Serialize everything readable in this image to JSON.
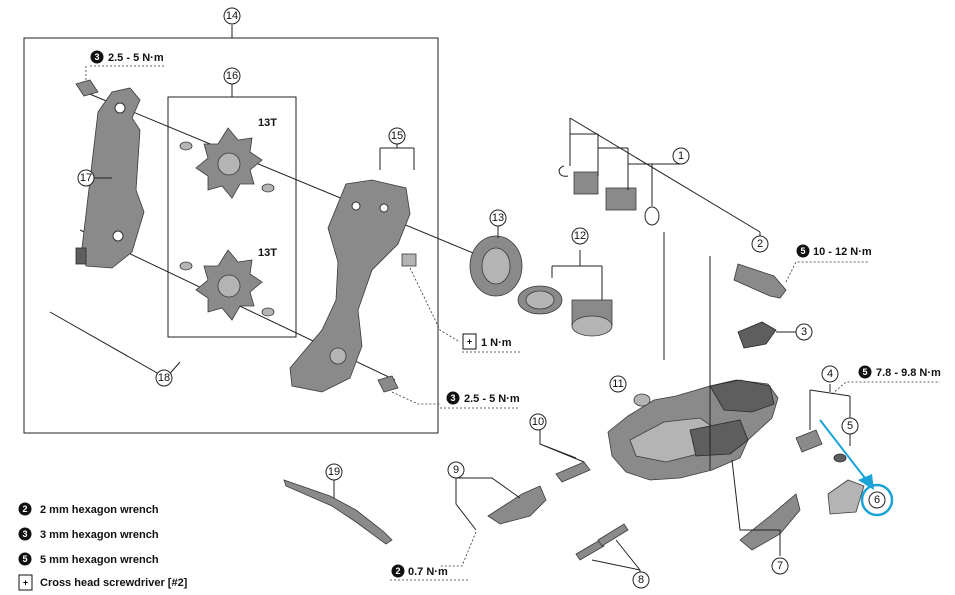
{
  "callouts": {
    "c1": "1",
    "c2": "2",
    "c3": "3",
    "c4": "4",
    "c5": "5",
    "c6": "6",
    "c7": "7",
    "c8": "8",
    "c9": "9",
    "c10": "10",
    "c11": "11",
    "c12": "12",
    "c13": "13",
    "c14": "14",
    "c15": "15",
    "c16": "16",
    "c17": "17",
    "c18": "18",
    "c19": "19"
  },
  "torques": {
    "top_bolt": {
      "badge": "3",
      "value": "2.5 - 5 N·m"
    },
    "pulley_bolt": {
      "badge": "3",
      "value": "2.5 - 5 N·m"
    },
    "screw_guide": {
      "badge": "+",
      "value": "1 N·m"
    },
    "mount_bolt": {
      "badge": "5",
      "value": "10 - 12 N·m"
    },
    "axle": {
      "badge": "5",
      "value": "7.8 - 9.8 N·m"
    },
    "cable_screw": {
      "badge": "2",
      "value": "0.7 N·m"
    }
  },
  "pulleys": {
    "upper_teeth": "13T",
    "lower_teeth": "13T"
  },
  "legend": [
    {
      "badge": "2",
      "text": "2 mm hexagon wrench"
    },
    {
      "badge": "3",
      "text": "3 mm hexagon wrench"
    },
    {
      "badge": "5",
      "text": "5 mm hexagon wrench"
    },
    {
      "badge": "+",
      "text": "Cross head screwdriver [#2]"
    }
  ],
  "colors": {
    "highlight": "#1aa3d9",
    "part": "#8a8a8a",
    "ink": "#111111"
  }
}
